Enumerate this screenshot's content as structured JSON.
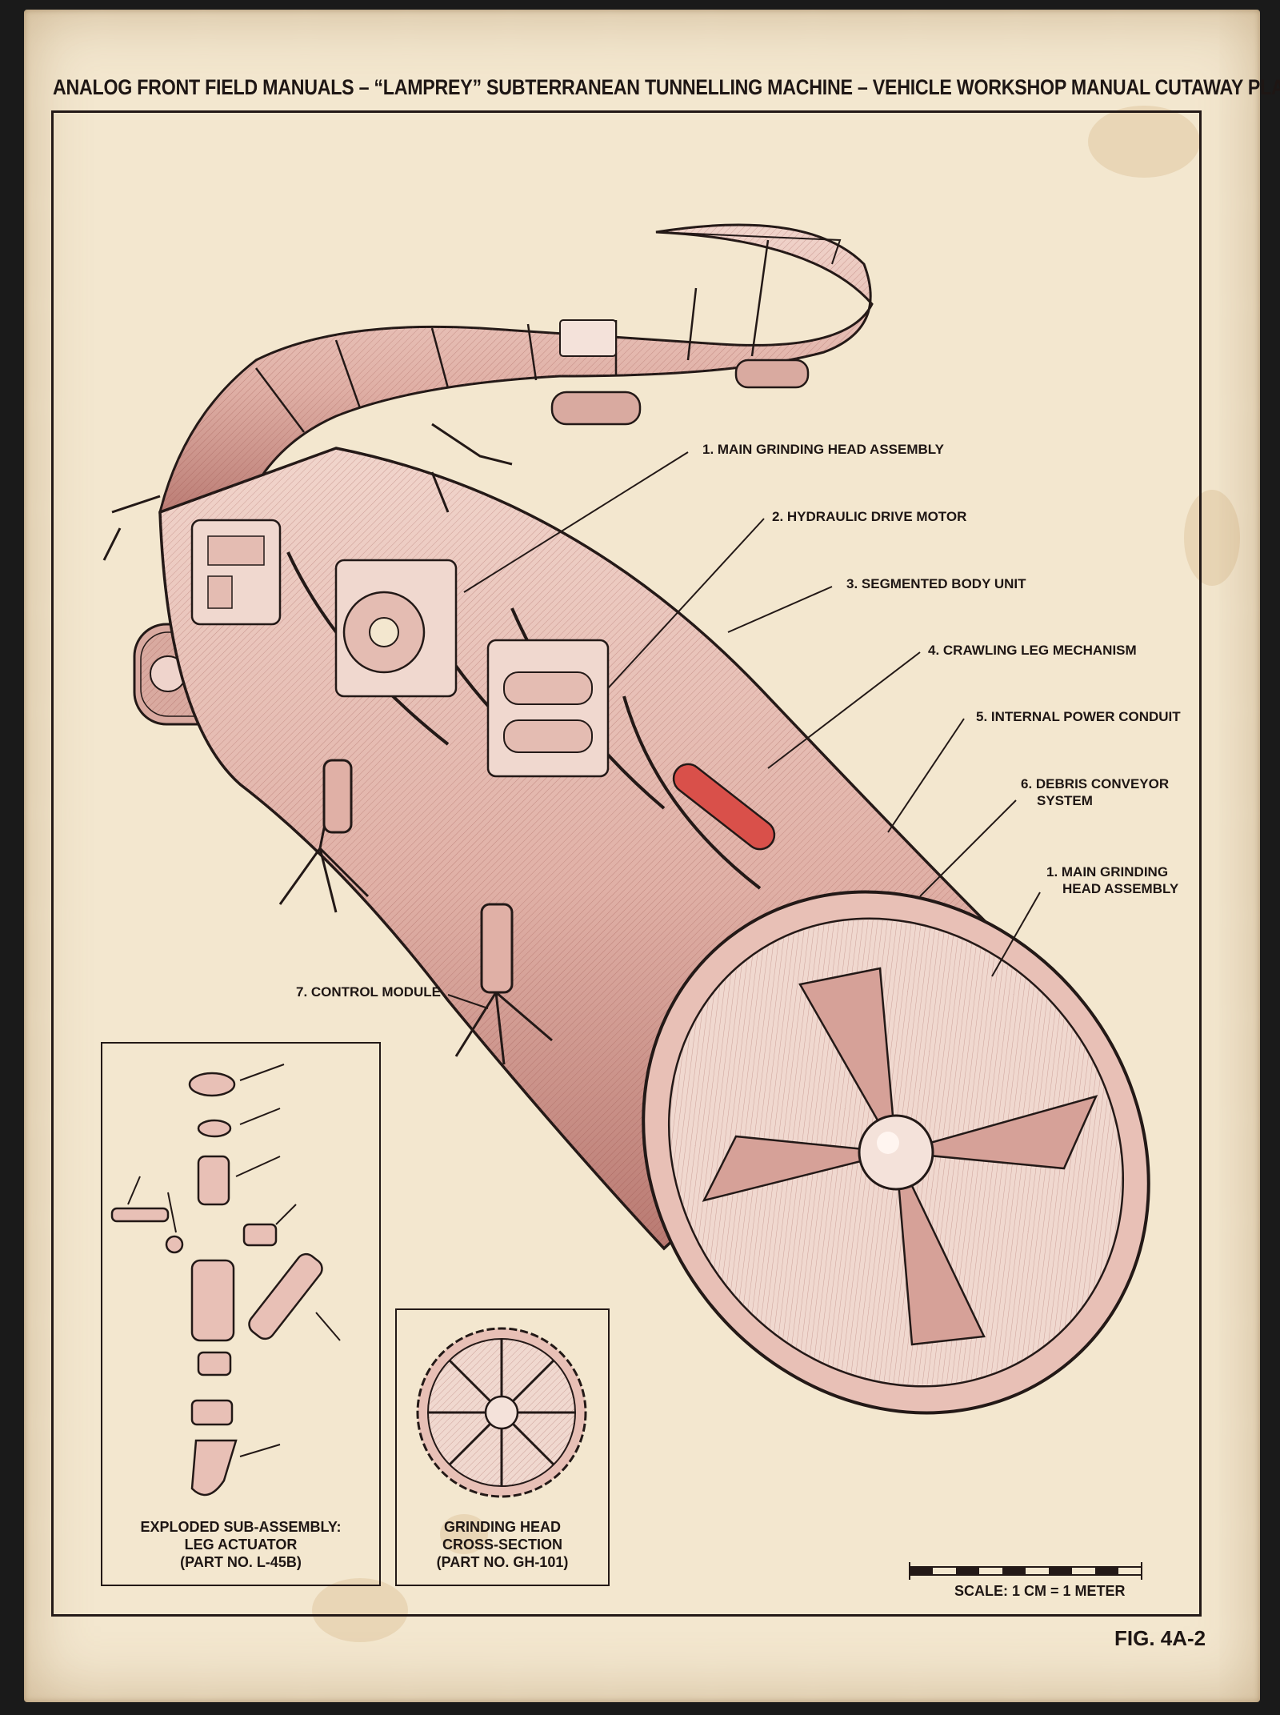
{
  "header": {
    "title": "ANALOG FRONT FIELD MANUALS – “LAMPREY” SUBTERRANEAN TUNNELLING MACHINE – VEHICLE WORKSHOP MANUAL CUTAWAY PLATE"
  },
  "callouts": [
    {
      "id": "c1",
      "label": "1. MAIN GRINDING HEAD ASSEMBLY"
    },
    {
      "id": "c2",
      "label": "2. HYDRAULIC DRIVE MOTOR"
    },
    {
      "id": "c3",
      "label": "3. SEGMENTED BODY UNIT"
    },
    {
      "id": "c4",
      "label": "4. CRAWLING LEG MECHANISM"
    },
    {
      "id": "c5",
      "label": "5. INTERNAL POWER CONDUIT"
    },
    {
      "id": "c6a",
      "label": "6. DEBRIS CONVEYOR"
    },
    {
      "id": "c6b",
      "label": "SYSTEM"
    },
    {
      "id": "c1b_a",
      "label": "1. MAIN GRINDING"
    },
    {
      "id": "c1b_b",
      "label": "HEAD ASSEMBLY"
    },
    {
      "id": "c7",
      "label": "7. CONTROL MODULE"
    }
  ],
  "inset_leg": {
    "line1": "EXPLODED SUB-ASSEMBLY:",
    "line2": "LEG ACTUATOR",
    "line3": "(PART NO. L-45B)"
  },
  "inset_head": {
    "line1": "GRINDING HEAD",
    "line2": "CROSS-SECTION",
    "line3": "(PART NO. GH-101)"
  },
  "scale": {
    "label": "SCALE: 1 CM = 1 METER"
  },
  "figure": {
    "number": "FIG. 4A-2"
  },
  "colors": {
    "paper": "#f3e7cf",
    "ink": "#231917",
    "body_fill": "#e8c2b8",
    "body_shade": "#c98f86",
    "conduit": "#d9504a"
  }
}
